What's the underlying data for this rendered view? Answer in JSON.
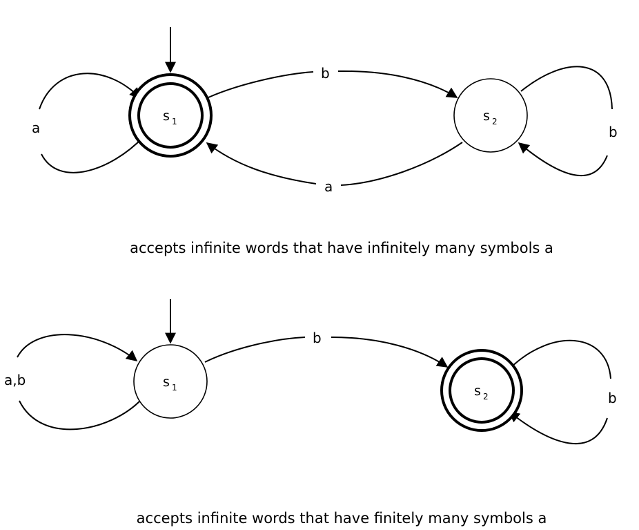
{
  "automata": [
    {
      "states": [
        {
          "name": "s",
          "index": "1",
          "initial": true,
          "accepting": true
        },
        {
          "name": "s",
          "index": "2",
          "initial": false,
          "accepting": false
        }
      ],
      "transitions": [
        {
          "from": "s1",
          "to": "s1",
          "label": "a"
        },
        {
          "from": "s1",
          "to": "s2",
          "label": "b"
        },
        {
          "from": "s2",
          "to": "s1",
          "label": "a"
        },
        {
          "from": "s2",
          "to": "s2",
          "label": "b"
        }
      ],
      "caption": "accepts infinite words that have infinitely many symbols a"
    },
    {
      "states": [
        {
          "name": "s",
          "index": "1",
          "initial": true,
          "accepting": false
        },
        {
          "name": "s",
          "index": "2",
          "initial": false,
          "accepting": true
        }
      ],
      "transitions": [
        {
          "from": "s1",
          "to": "s1",
          "label": "a,b"
        },
        {
          "from": "s1",
          "to": "s2",
          "label": "b"
        },
        {
          "from": "s2",
          "to": "s2",
          "label": "b"
        }
      ],
      "caption": "accepts infinite words that have finitely many symbols a"
    }
  ]
}
